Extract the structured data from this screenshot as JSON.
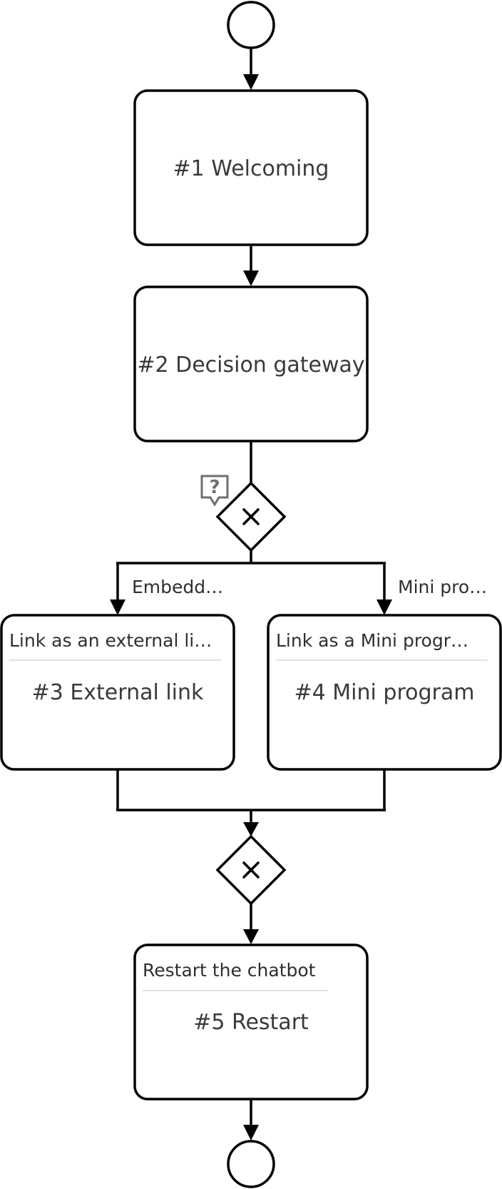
{
  "diagram": {
    "nodes": {
      "n1": {
        "title": "#1 Welcoming"
      },
      "n2": {
        "title": "#2 Decision gateway"
      },
      "n3": {
        "subtitle": "Link as an external li…",
        "title": "#3 External link"
      },
      "n4": {
        "subtitle": "Link as a Mini progr…",
        "title": "#4 Mini program"
      },
      "n5": {
        "subtitle": "Restart the chatbot",
        "title": "#5 Restart"
      }
    },
    "edges": {
      "embedded": "Embedd…",
      "mini_program": "Mini pro…"
    },
    "icons": {
      "gateway_help": "question-bubble-icon",
      "gateway_help_mark": "?"
    }
  }
}
